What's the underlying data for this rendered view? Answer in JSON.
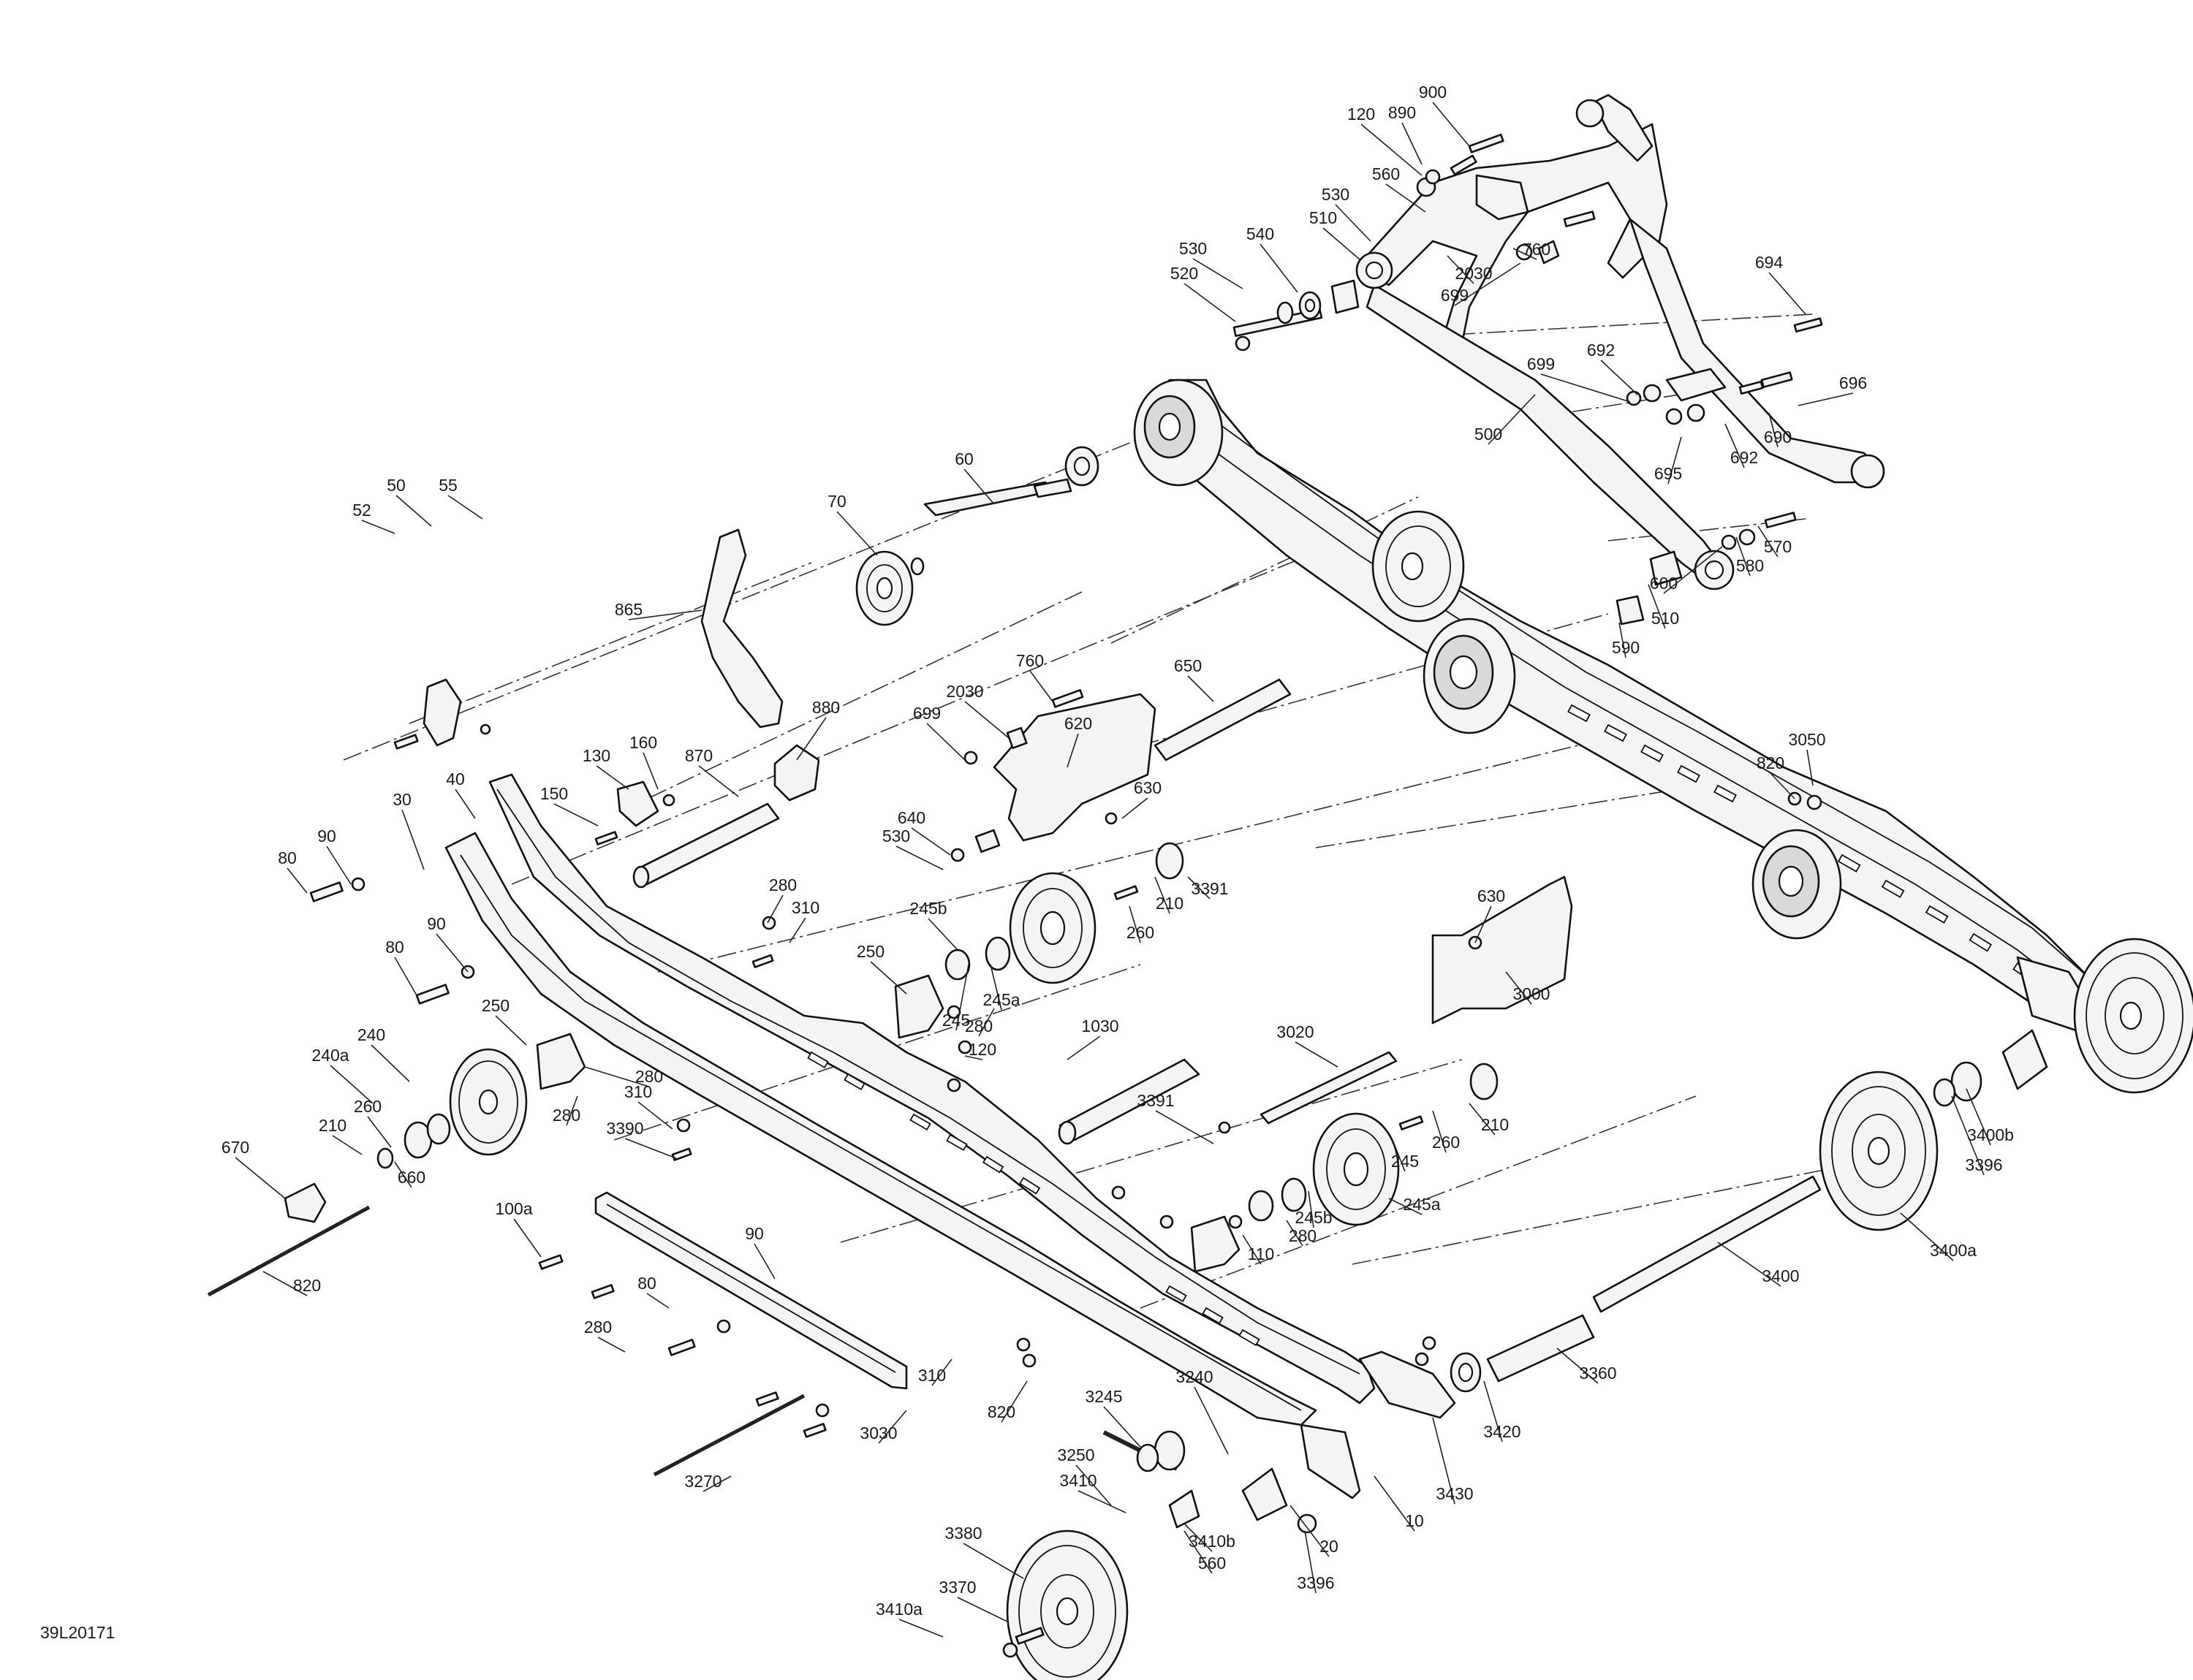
{
  "drawing_id": "39L20171",
  "callouts": [
    "900",
    "890",
    "120",
    "560",
    "530",
    "510",
    "540",
    "530",
    "520",
    "760",
    "2030",
    "699",
    "694",
    "692",
    "699",
    "696",
    "690",
    "692",
    "695",
    "500",
    "570",
    "580",
    "600",
    "510",
    "590",
    "60",
    "70",
    "865",
    "50",
    "55",
    "52",
    "880",
    "760",
    "2030",
    "699",
    "620",
    "650",
    "870",
    "130",
    "160",
    "150",
    "40",
    "30",
    "90",
    "80",
    "90",
    "80",
    "280",
    "310",
    "630",
    "640",
    "530",
    "3391",
    "210",
    "260",
    "245b",
    "250",
    "245a",
    "245",
    "280",
    "120",
    "1030",
    "3020",
    "630",
    "3000",
    "3050",
    "820",
    "240",
    "250",
    "240a",
    "280",
    "260",
    "210",
    "280",
    "310",
    "3390",
    "670",
    "660",
    "820",
    "3391",
    "210",
    "260",
    "245",
    "245a",
    "245b",
    "280",
    "110",
    "100a",
    "90",
    "80",
    "280",
    "310",
    "820",
    "3030",
    "3270",
    "3245",
    "3240",
    "3250",
    "3410",
    "3380",
    "3370",
    "3410a",
    "3410b",
    "560",
    "3396",
    "20",
    "10",
    "3430",
    "3420",
    "3360",
    "3400",
    "3400a",
    "3400b",
    "3396"
  ]
}
